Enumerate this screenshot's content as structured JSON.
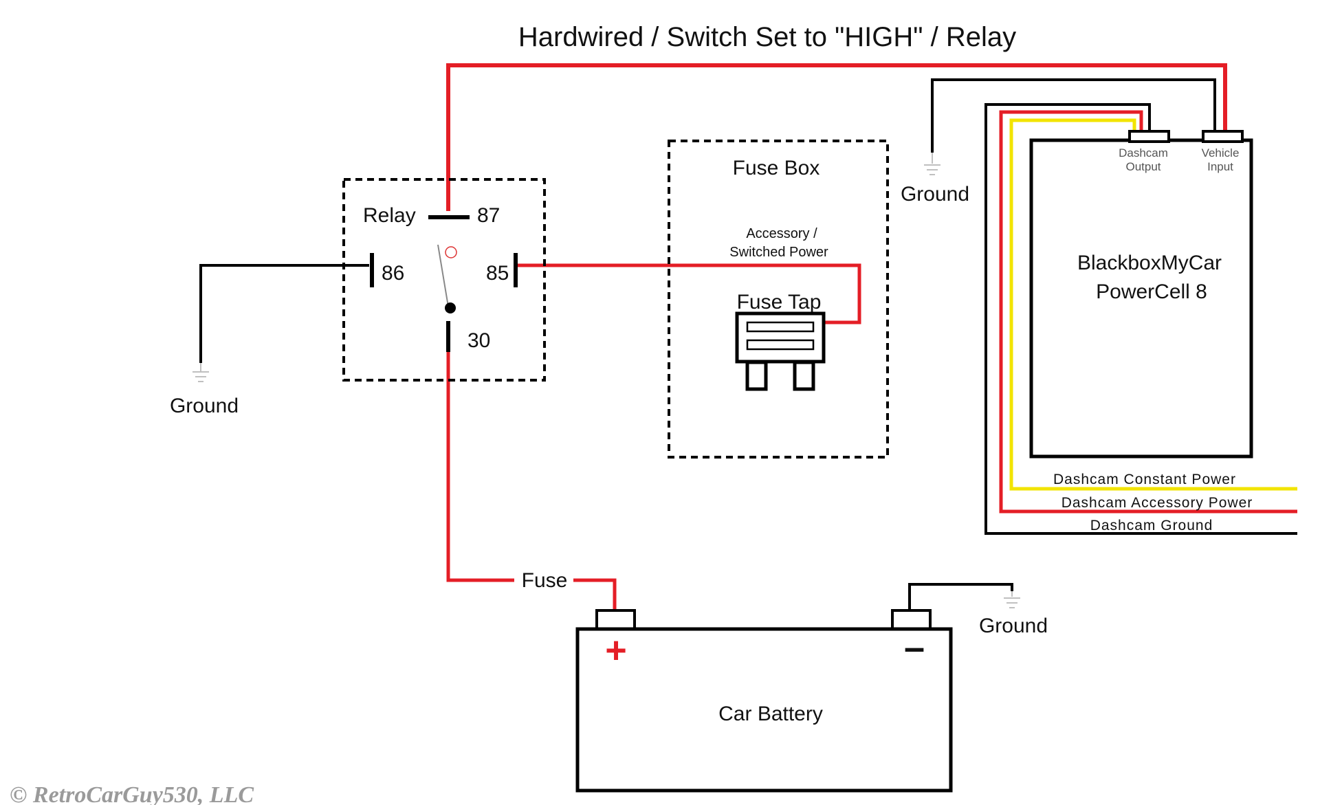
{
  "title": "Hardwired / Switch Set to \"HIGH\" / Relay",
  "relay": {
    "label": "Relay",
    "pin_87": "87",
    "pin_86": "86",
    "pin_85": "85",
    "pin_30": "30"
  },
  "fuse_box": {
    "label": "Fuse Box",
    "accessory_line1": "Accessory /",
    "accessory_line2": "Switched Power",
    "fuse_tap": "Fuse Tap"
  },
  "powercell": {
    "name_line1": "BlackboxMyCar",
    "name_line2": "PowerCell 8",
    "dashcam_output_line1": "Dashcam",
    "dashcam_output_line2": "Output",
    "vehicle_input_line1": "Vehicle",
    "vehicle_input_line2": "Input"
  },
  "grounds": {
    "left": "Ground",
    "top": "Ground",
    "battery": "Ground"
  },
  "fuse_label": "Fuse",
  "battery": {
    "label": "Car Battery",
    "positive": "+",
    "negative": "–"
  },
  "wires": {
    "constant": "Dashcam Constant Power",
    "accessory": "Dashcam Accessory Power",
    "ground": "Dashcam Ground"
  },
  "colors": {
    "power_wire": "#e41e26",
    "constant_wire": "#f2e400",
    "ground_wire": "#000000"
  },
  "copyright": "© RetroCarGuy530, LLC"
}
